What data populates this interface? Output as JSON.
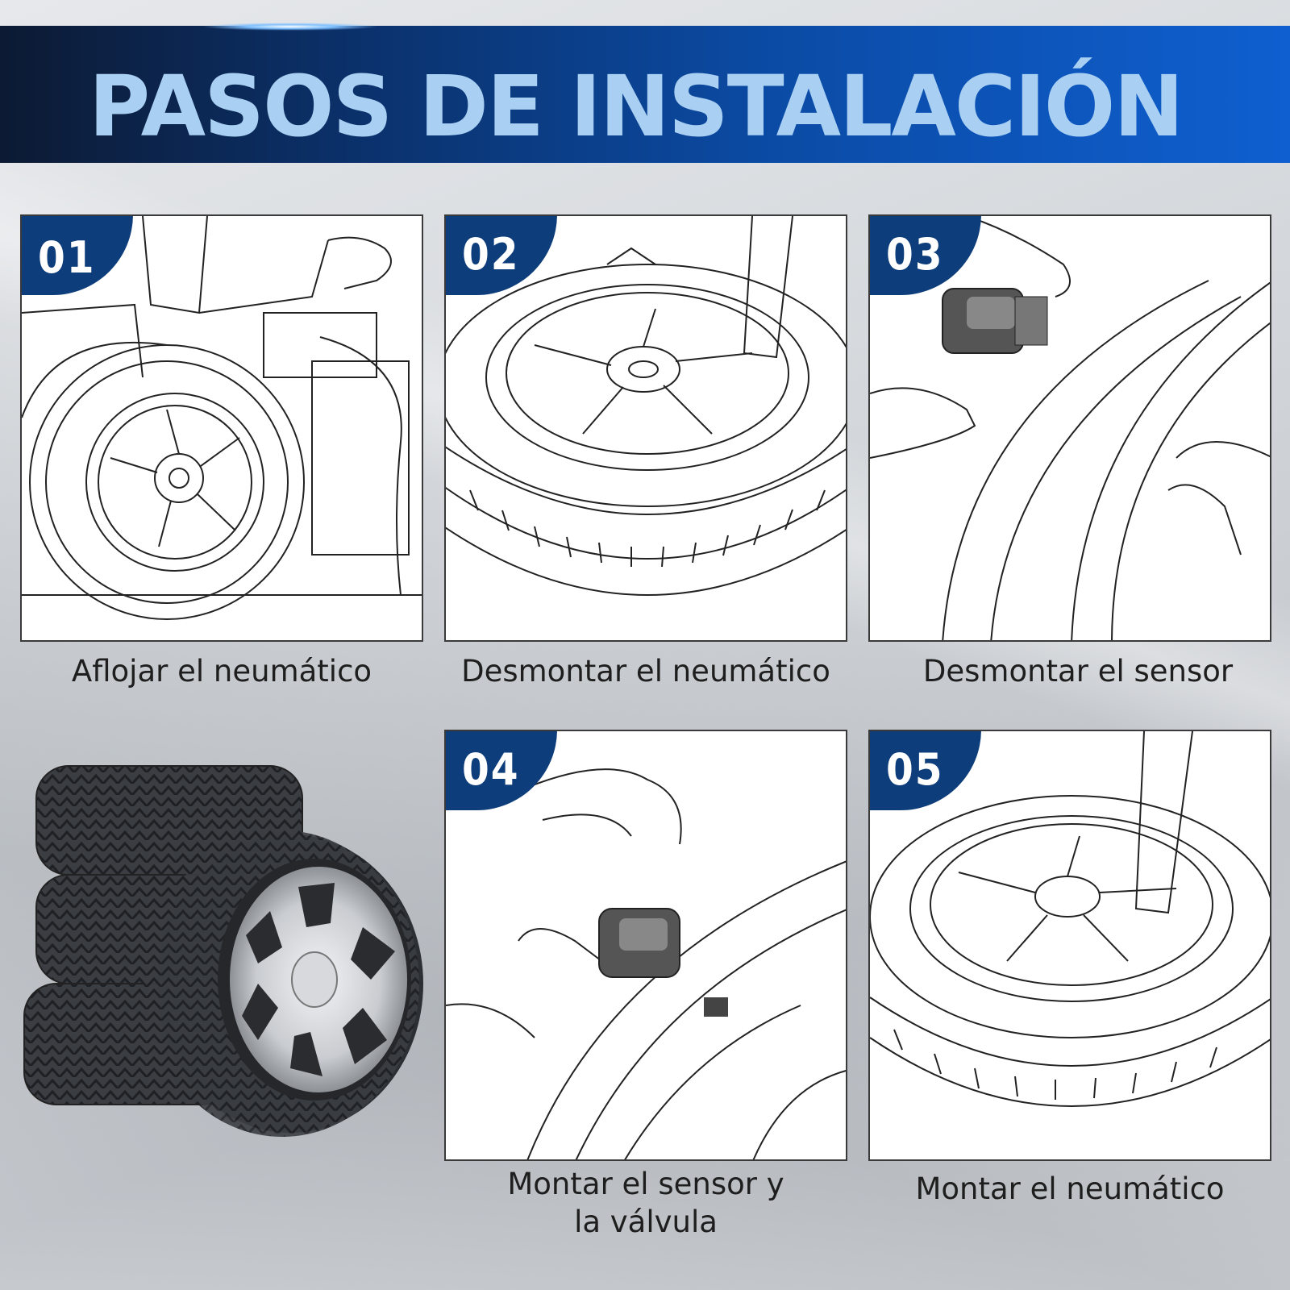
{
  "header": {
    "title": "PASOS DE INSTALACIÓN"
  },
  "steps": [
    {
      "number": "01",
      "caption": "Aflojar el neumático"
    },
    {
      "number": "02",
      "caption": "Desmontar el neumático"
    },
    {
      "number": "03",
      "caption": "Desmontar el sensor"
    },
    {
      "number": "04",
      "caption_line1": "Montar el sensor y",
      "caption_line2": "la válvula"
    },
    {
      "number": "05",
      "caption": "Montar el neumático"
    }
  ],
  "colors": {
    "banner": "#0b4ba5",
    "title": "#a9d0f2",
    "badge": "#0d3d7a"
  }
}
